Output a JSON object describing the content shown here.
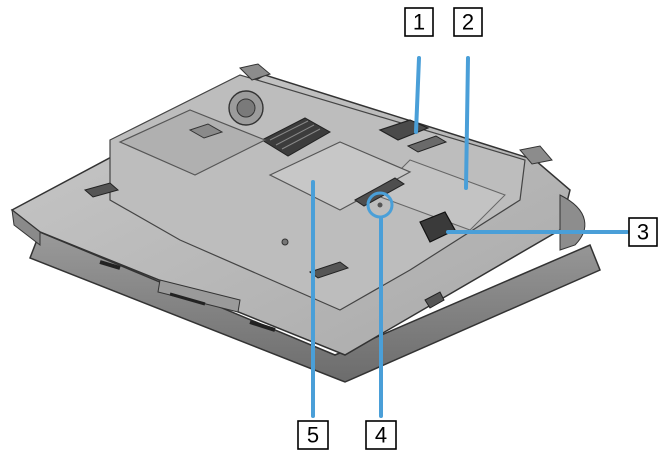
{
  "callouts": [
    {
      "id": "1",
      "label": "1"
    },
    {
      "id": "2",
      "label": "2"
    },
    {
      "id": "3",
      "label": "3"
    },
    {
      "id": "4",
      "label": "4"
    },
    {
      "id": "5",
      "label": "5"
    }
  ],
  "colors": {
    "leader_line": "#4a9fd8",
    "laptop_body": "#b4b4b4",
    "laptop_dark": "#3c3c3c"
  }
}
